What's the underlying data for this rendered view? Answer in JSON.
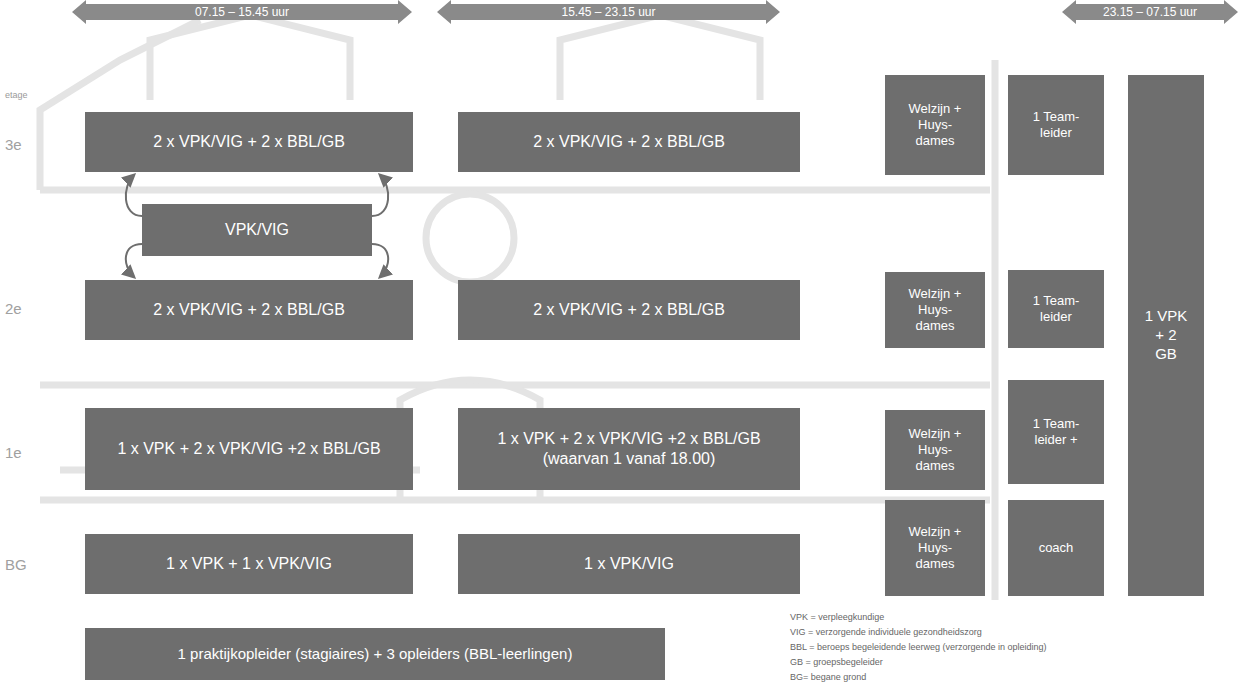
{
  "diagram": {
    "nodes": [
      {
        "text": [
          "07.15 – 15.45 uur"
        ]
      },
      {
        "text": [
          "15.45 – 23.15 uur"
        ]
      },
      {
        "text": [
          "23.15 – 07.15 uur"
        ]
      },
      {
        "text": [
          "2 x VPK/VIG + 2 x BBL/GB"
        ]
      },
      {
        "text": [
          "2 x VPK/VIG + 2 x BBL/GB"
        ]
      },
      {
        "text": [
          "Welzijn + Huys- dames"
        ]
      },
      {
        "text": [
          "1 Team- leider"
        ]
      },
      {
        "text": [
          "1 VPK + 2 GB"
        ]
      },
      {
        "text": [
          "VPK/VIG"
        ]
      },
      {
        "text": [
          "2 x VPK/VIG + 2 x BBL/GB"
        ]
      },
      {
        "text": [
          "2 x VPK/VIG + 2 x BBL/GB"
        ]
      },
      {
        "text": [
          "Welzijn + Huys- dames"
        ]
      },
      {
        "text": [
          "1 Team- leider"
        ]
      },
      {
        "text": [
          "1 x VPK + 2 x VPK/VIG +2 x BBL/GB"
        ]
      },
      {
        "text": [
          "1 x VPK + 2 x VPK/VIG +2 x BBL/GB (waarvan 1 vanaf 18.00)"
        ]
      },
      {
        "text": [
          "Welzijn + Huys- dames"
        ]
      },
      {
        "text": [
          "1 Team- leider +"
        ]
      },
      {
        "text": [
          "1 x VPK + 1 x VPK/VIG"
        ]
      },
      {
        "text": [
          "1 x VPK/VIG"
        ]
      },
      {
        "text": [
          "Welzijn + Huys- dames"
        ]
      },
      {
        "text": [
          "coach"
        ]
      },
      {
        "text": [
          "1 praktijkopleider (stagiaires) + 3 opleiders (BBL-leerlingen)"
        ]
      }
    ],
    "edges": [
      {
        "from": 8,
        "to": 3,
        "arrow": "to"
      },
      {
        "from": 8,
        "to": 9,
        "arrow": "to"
      }
    ],
    "labels": [
      "etage",
      "3e",
      "2e",
      "1e",
      "BG",
      "VPK = verpleegkundige",
      "VIG = verzorgende individuele gezondheidszorg",
      "BBL = beroeps begeleidende leerweg (verzorgende in opleiding)",
      "GB = groepsbegeleider",
      "BG= begane grond"
    ]
  }
}
